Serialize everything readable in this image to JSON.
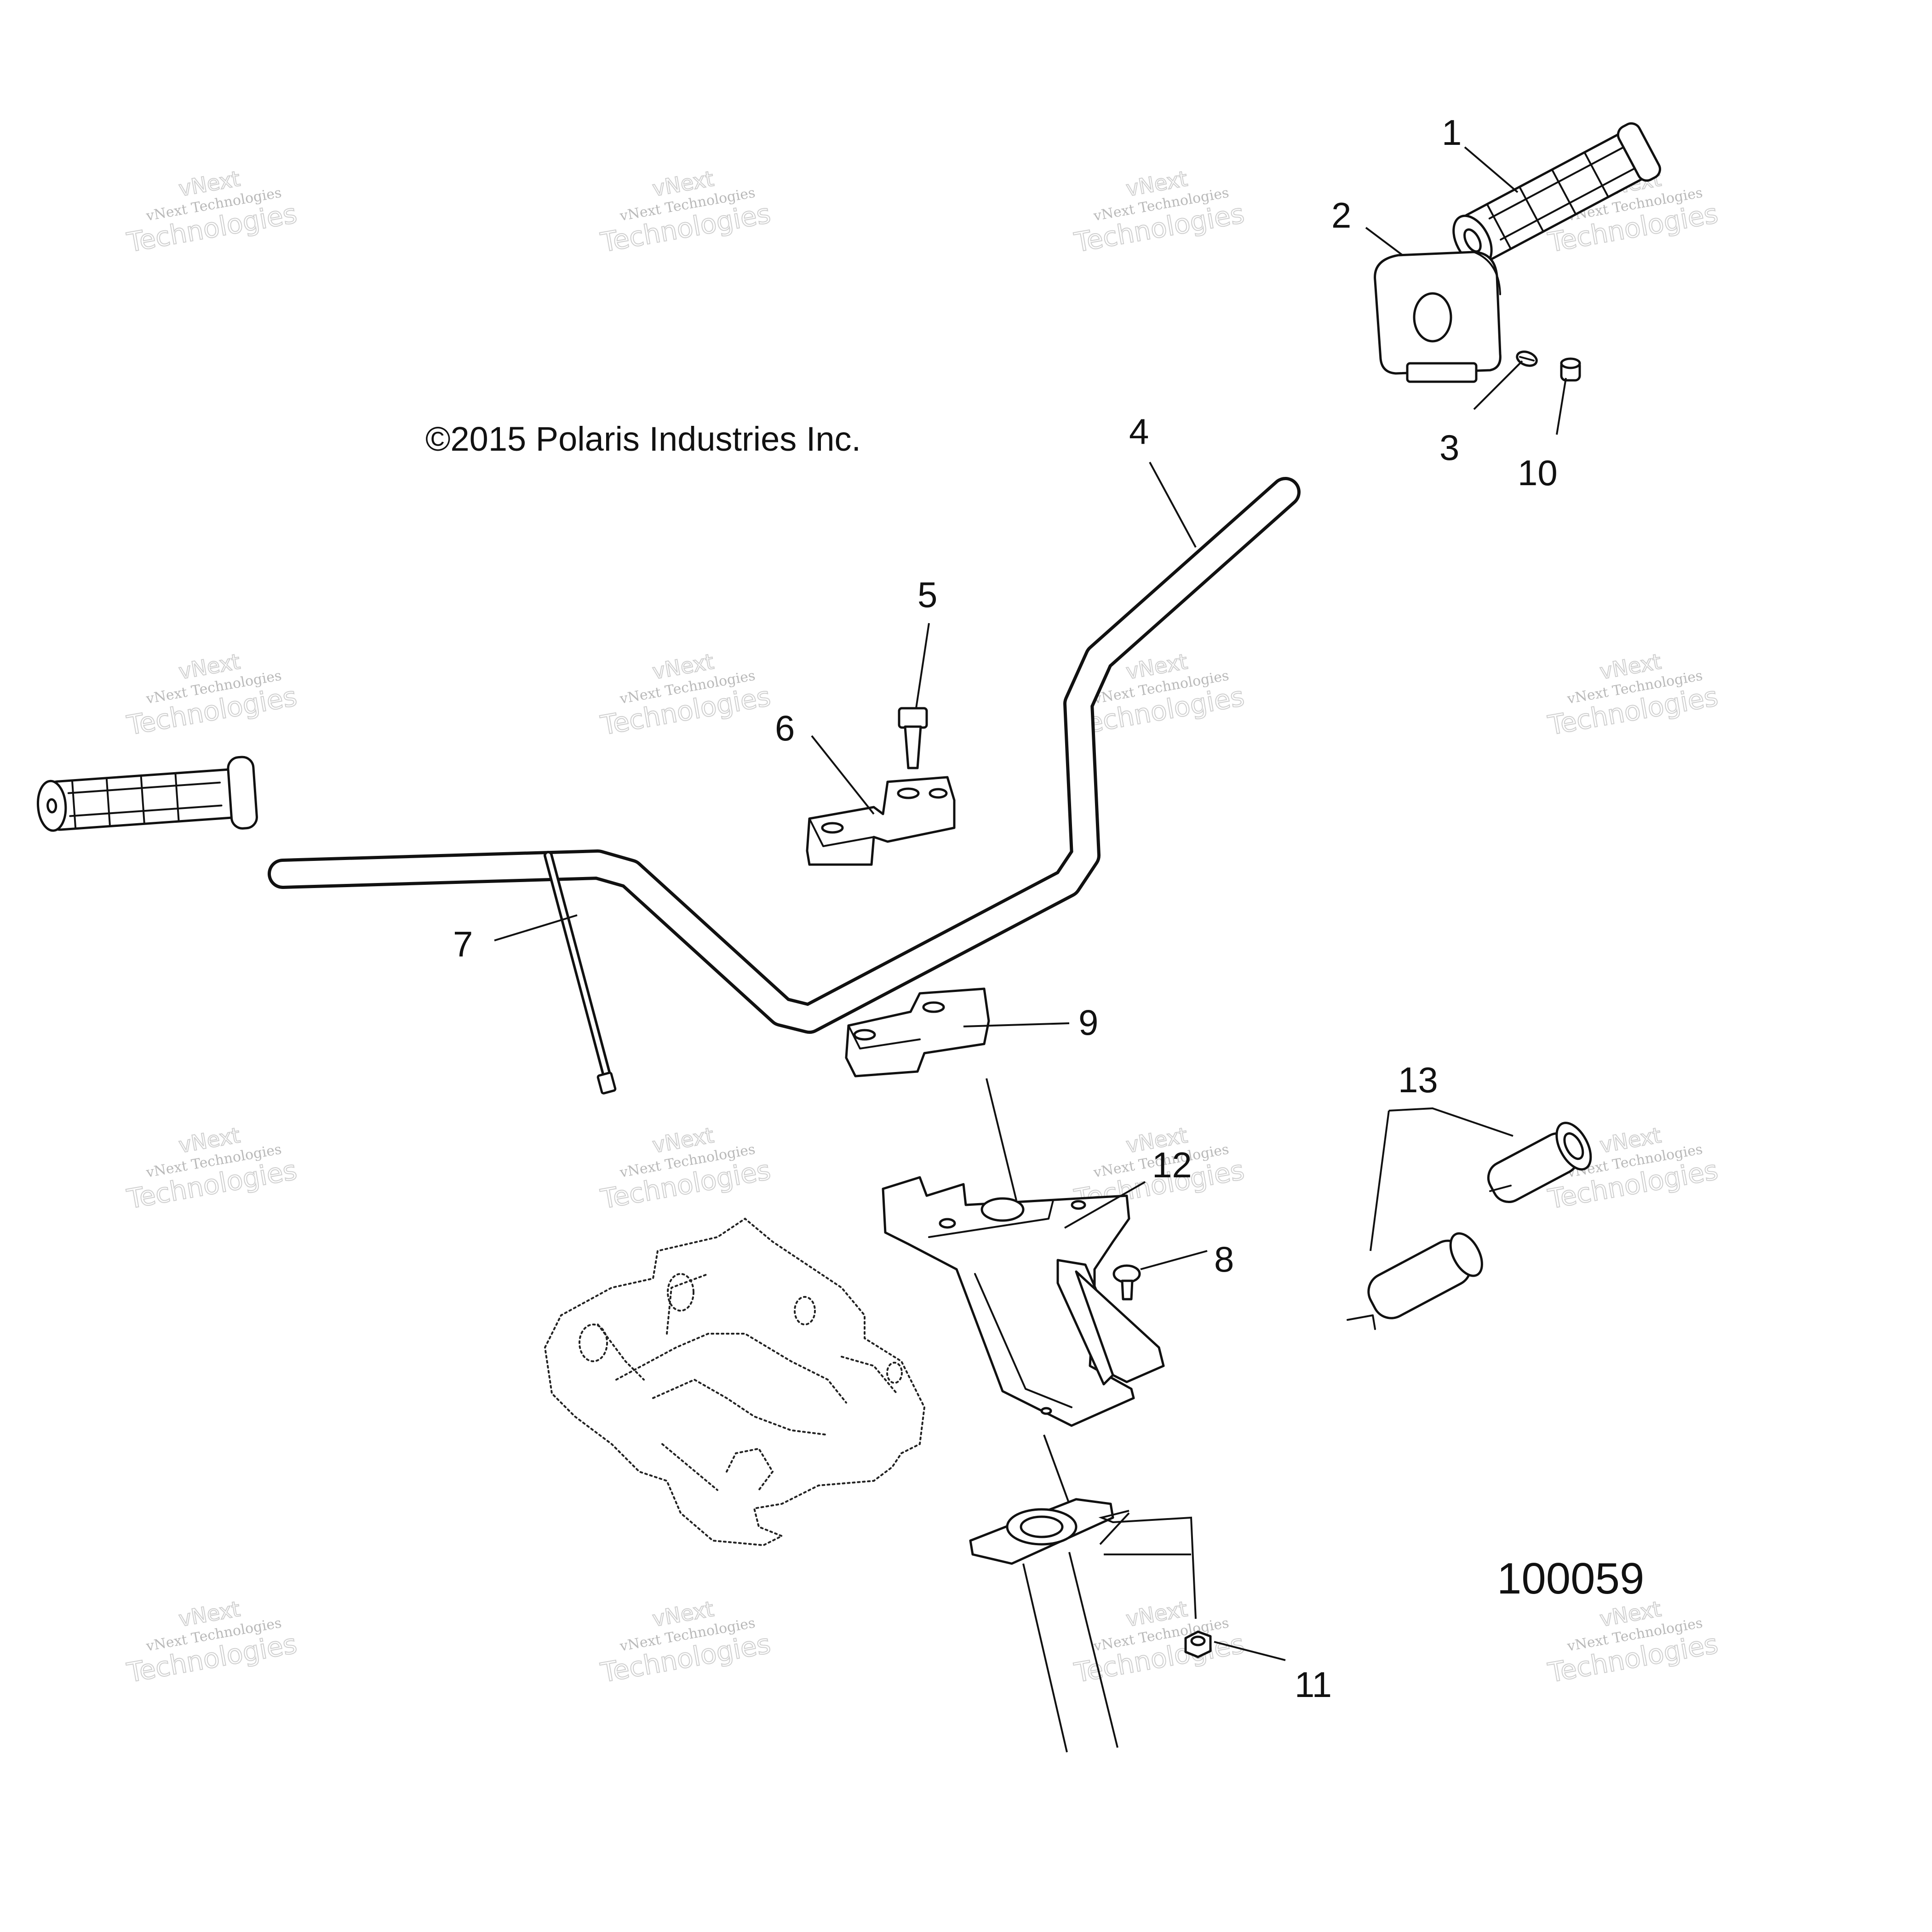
{
  "copyright": "©2015 Polaris Industries Inc.",
  "figure_number": "100059",
  "watermark": {
    "line1": "vNext Technologies",
    "line2": "Technologies",
    "line3": "vNext"
  },
  "callouts": [
    "1",
    "2",
    "3",
    "4",
    "5",
    "6",
    "7",
    "8",
    "9",
    "10",
    "11",
    "12",
    "13"
  ]
}
